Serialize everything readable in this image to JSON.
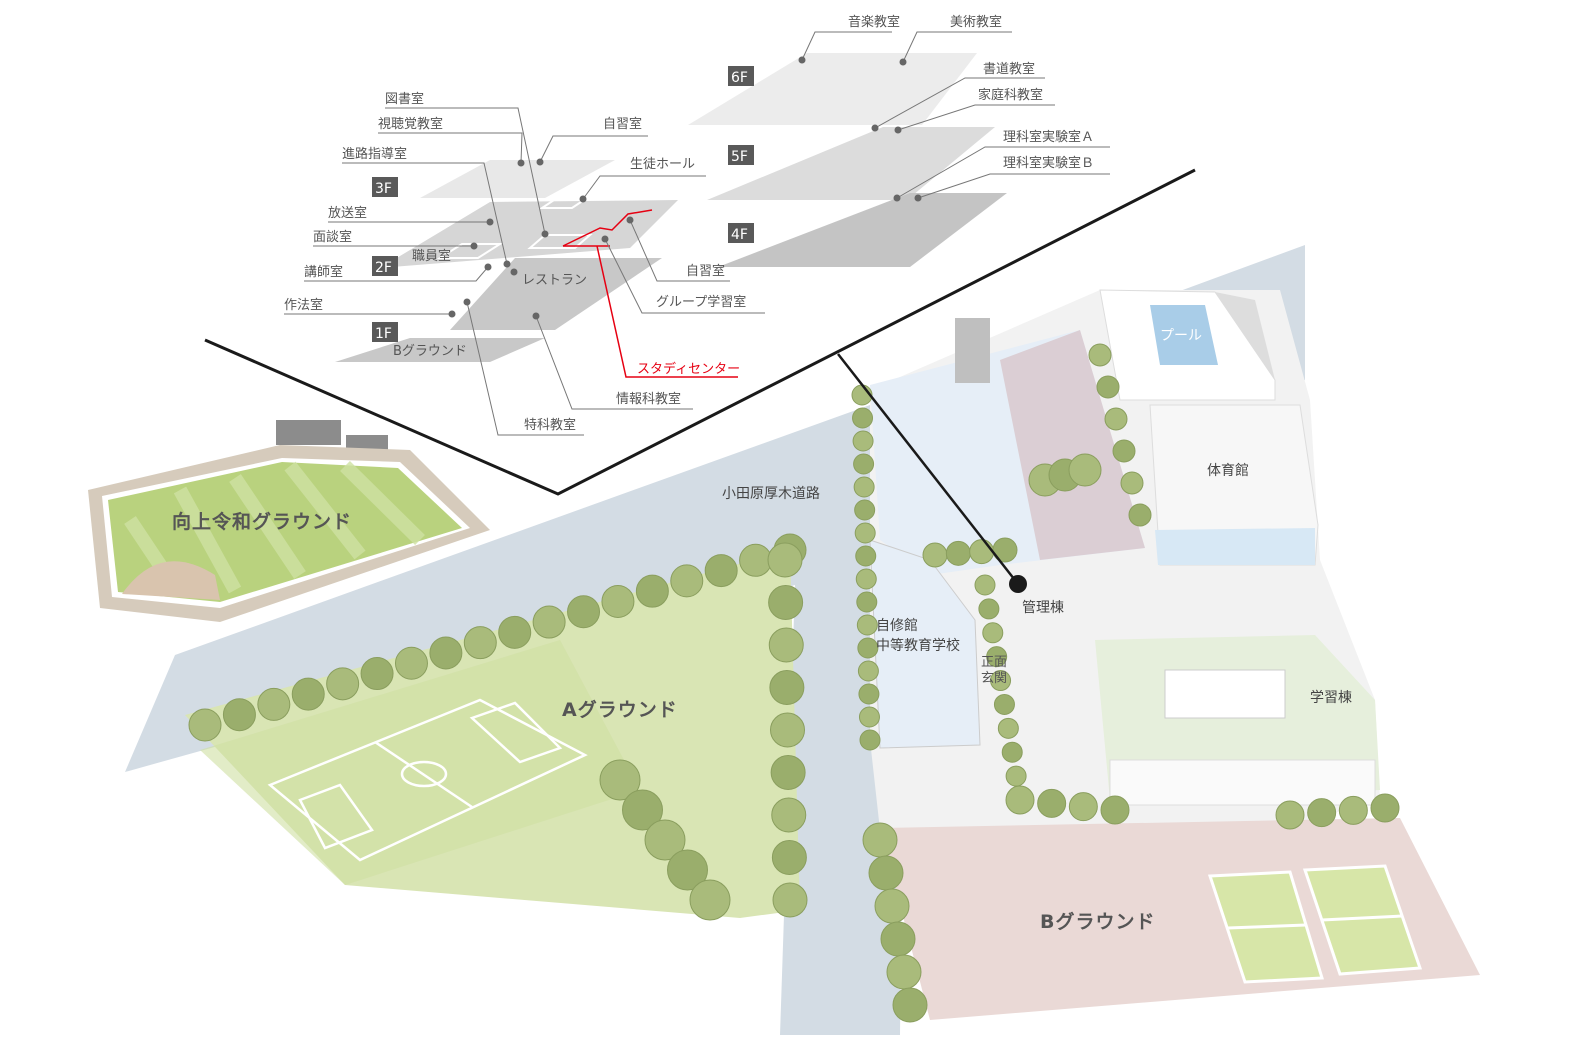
{
  "floor_guide": {
    "floors": [
      "6F",
      "5F",
      "4F",
      "3F",
      "2F",
      "1F"
    ],
    "rooms": {
      "music": "音楽教室",
      "art": "美術教室",
      "calligraphy": "書道教室",
      "home_economics": "家庭科教室",
      "science_lab_a": "理科室実験室Ａ",
      "science_lab_b": "理科室実験室Ｂ",
      "library": "図書室",
      "av_room": "視聴覚教室",
      "self_study_3f": "自習室",
      "career_guidance": "進路指導室",
      "student_hall": "生徒ホール",
      "broadcast": "放送室",
      "interview": "面談室",
      "staff_room": "職員室",
      "lecturer_room": "講師室",
      "restaurant": "レストラン",
      "self_study_2f": "自習室",
      "group_study": "グループ学習室",
      "etiquette": "作法室",
      "b_ground_1f": "Bグラウンド",
      "study_center": "スタディセンター",
      "informatics": "情報科教室",
      "special_classroom": "特科教室"
    },
    "highlight_color": "#e60012"
  },
  "campus_map": {
    "koujou_reiwa_ground": "向上令和グラウンド",
    "expressway": "小田原厚木道路",
    "a_ground": "Aグラウンド",
    "jishukan_line1": "自修館",
    "jishukan_line2": "中等教育学校",
    "entrance_line1": "正面",
    "entrance_line2": "玄関",
    "admin_building": "管理棟",
    "pool": "プール",
    "gymnasium": "体育館",
    "study_building": "学習棟",
    "b_ground": "Bグラウンド"
  }
}
